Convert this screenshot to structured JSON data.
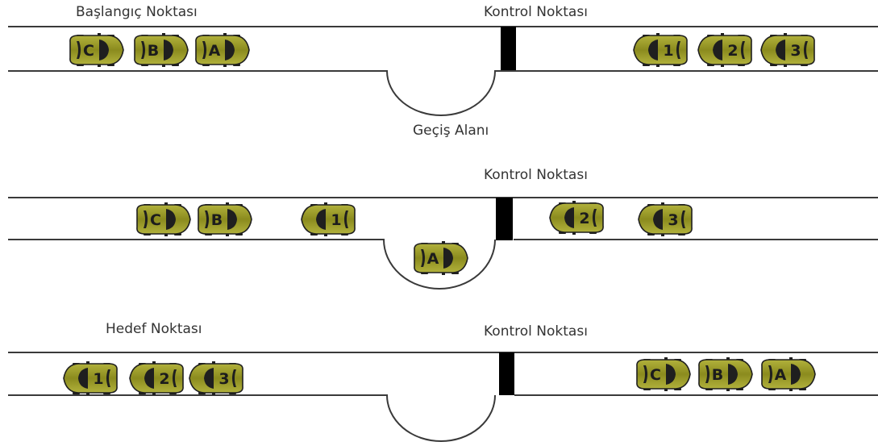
{
  "colors": {
    "car_body": "#8b8b1e",
    "car_body_light": "#b2b23c",
    "car_outline": "#1f1f1f",
    "road_line": "#3a3a3a",
    "barrier": "#000000",
    "label_text": "#333333"
  },
  "panels": [
    {
      "id": "panel-1",
      "left_label": "Başlangıç Noktası",
      "right_label": "Kontrol Noktası",
      "bay_label": "Geçiş Alanı",
      "cars": [
        {
          "label": "C",
          "facing": "right",
          "lane": "road"
        },
        {
          "label": "B",
          "facing": "right",
          "lane": "road"
        },
        {
          "label": "A",
          "facing": "right",
          "lane": "road"
        },
        {
          "label": "1",
          "facing": "left",
          "lane": "road"
        },
        {
          "label": "2",
          "facing": "left",
          "lane": "road"
        },
        {
          "label": "3",
          "facing": "left",
          "lane": "road"
        }
      ]
    },
    {
      "id": "panel-2",
      "left_label": "",
      "right_label": "Kontrol Noktası",
      "bay_label": "",
      "cars": [
        {
          "label": "C",
          "facing": "right",
          "lane": "road"
        },
        {
          "label": "B",
          "facing": "right",
          "lane": "road"
        },
        {
          "label": "1",
          "facing": "left",
          "lane": "road"
        },
        {
          "label": "A",
          "facing": "right",
          "lane": "bay"
        },
        {
          "label": "2",
          "facing": "left",
          "lane": "road"
        },
        {
          "label": "3",
          "facing": "left",
          "lane": "road"
        }
      ]
    },
    {
      "id": "panel-3",
      "left_label": "Hedef Noktası",
      "right_label": "Kontrol Noktası",
      "bay_label": "",
      "cars": [
        {
          "label": "1",
          "facing": "left",
          "lane": "road"
        },
        {
          "label": "2",
          "facing": "left",
          "lane": "road"
        },
        {
          "label": "3",
          "facing": "left",
          "lane": "road"
        },
        {
          "label": "C",
          "facing": "right",
          "lane": "road"
        },
        {
          "label": "B",
          "facing": "right",
          "lane": "road"
        },
        {
          "label": "A",
          "facing": "right",
          "lane": "road"
        }
      ]
    }
  ]
}
